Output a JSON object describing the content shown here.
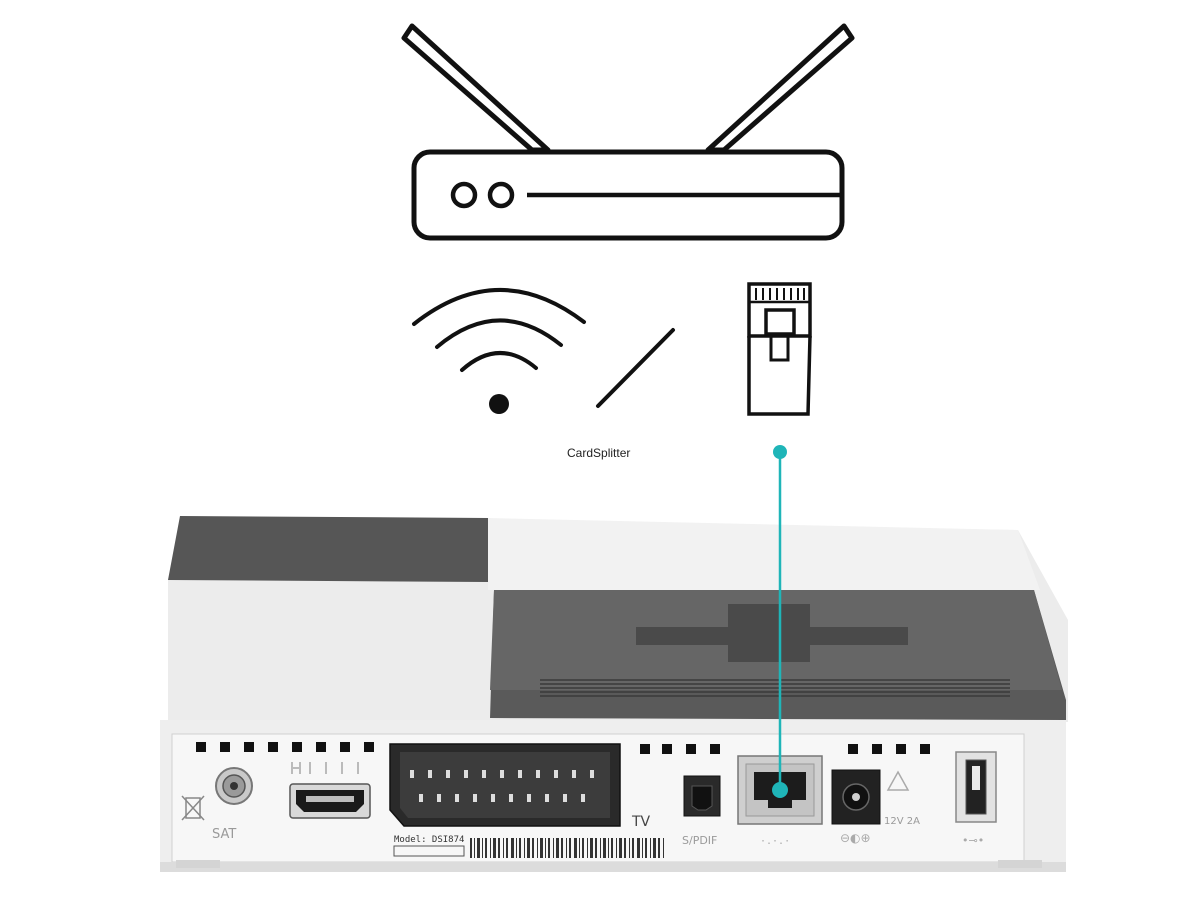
{
  "caption": "CardSplitter",
  "device": {
    "model_label": "Model: DSI874",
    "port_labels": {
      "tv": "TV",
      "spdif": "S/PDIF",
      "power": "12V 2A"
    }
  },
  "icons": {
    "router": "router-icon",
    "wifi": "wifi-icon",
    "ethernet": "ethernet-plug-icon",
    "separator": "slash-separator"
  },
  "colors": {
    "connection_line": "#1fb5b8",
    "stroke": "#111111",
    "device_body": "#e9e9e9",
    "device_panel": "#505050"
  }
}
